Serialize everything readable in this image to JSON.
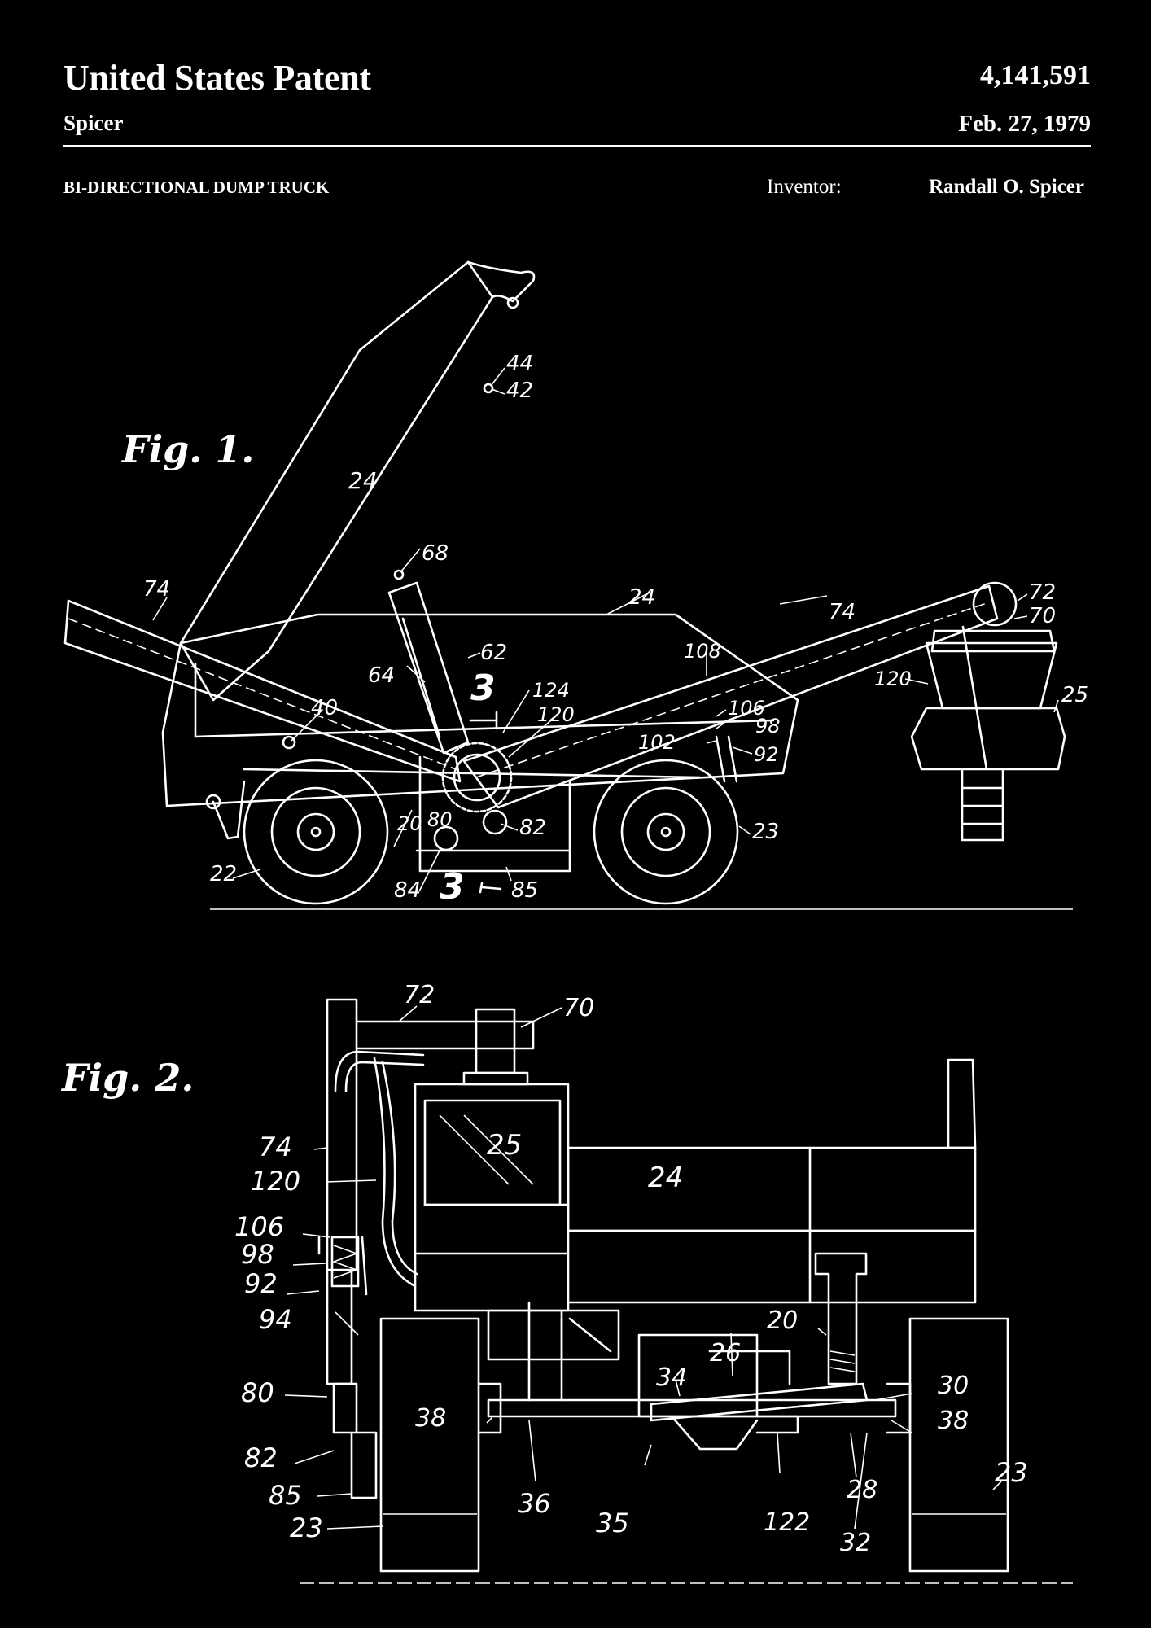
{
  "header": {
    "heading": "United States Patent",
    "patent_number": "4,141,591",
    "assignee": "Spicer",
    "date": "Feb. 27, 1979",
    "title": "BI-DIRECTIONAL DUMP TRUCK",
    "inventor_label": "Inventor:",
    "inventor_name": "Randall O. Spicer"
  },
  "figures": {
    "fig1_label": "Fig. 1.",
    "fig2_label": "Fig. 2."
  },
  "fig1_refs": {
    "r44": "44",
    "r42": "42",
    "r24a": "24",
    "r68": "68",
    "r74a": "74",
    "r24b": "24",
    "r74b": "74",
    "r72": "72",
    "r70": "70",
    "r64": "64",
    "r62": "62",
    "r108": "108",
    "r3a": "3",
    "r124": "124",
    "r120a": "120",
    "r120b": "120",
    "r25": "25",
    "r40": "40",
    "r106": "106",
    "r98": "98",
    "r102": "102",
    "r92": "92",
    "r20": "20",
    "r80": "80",
    "r82": "82",
    "r23": "23",
    "r22": "22",
    "r84": "84",
    "r3b": "3",
    "r85": "85"
  },
  "fig2_refs": {
    "r72": "72",
    "r70": "70",
    "r25": "25",
    "r24": "24",
    "r74": "74",
    "r120": "120",
    "r106": "106",
    "r98": "98",
    "r92": "92",
    "r94": "94",
    "r20": "20",
    "r26": "26",
    "r34": "34",
    "r30": "30",
    "r80": "80",
    "r38a": "38",
    "r38b": "38",
    "r82": "82",
    "r85": "85",
    "r23a": "23",
    "r23b": "23",
    "r36": "36",
    "r35": "35",
    "r122": "122",
    "r28": "28",
    "r32": "32"
  }
}
